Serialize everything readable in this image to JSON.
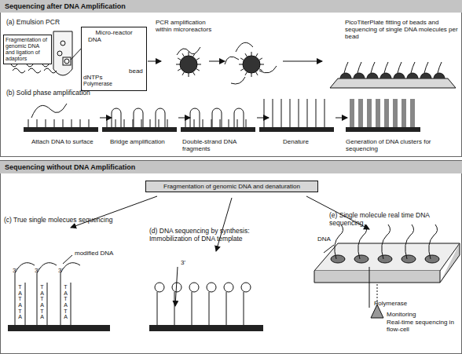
{
  "diagram": {
    "nodes": [
      {
        "text": [
          "Sequencing after DNA Amplification"
        ]
      },
      {
        "text": [
          "Fragmentation of genomic DNA and ligation of adaptors"
        ]
      },
      {
        "text": [
          "Micro-reactor"
        ]
      },
      {
        "text": [
          "Sequencing without DNA Amplification"
        ]
      },
      {
        "text": [
          "Fragmentation of genomic DNA and denaturation"
        ]
      }
    ],
    "labels": [
      "(a) Emulsion PCR",
      "DNA",
      "bead",
      "dNTPs",
      "Polymerase",
      "PCR amplification within microreactors",
      "PicoTiterPlate fitting of beads and sequencing of single DNA molecules per bead",
      "(b) Solid phase amplification",
      "Attach DNA to surface",
      "Bridge amplification",
      "Double-strand DNA fragments",
      "Denature",
      "Generation of DNA clusters for sequencing",
      "(c) True single molecues sequencing",
      "modified DNA",
      "3'",
      "3'",
      "3'",
      "TATATA",
      "TATATA",
      "TATATA",
      "(d) DNA sequencing by synthesis: Immobilization of DNA template",
      "3'",
      "DNA",
      "Polymerase",
      "Monitoring",
      "Real-time sequencing in flow-cell",
      "(e) Single molecule real time DNA sequencing"
    ]
  }
}
